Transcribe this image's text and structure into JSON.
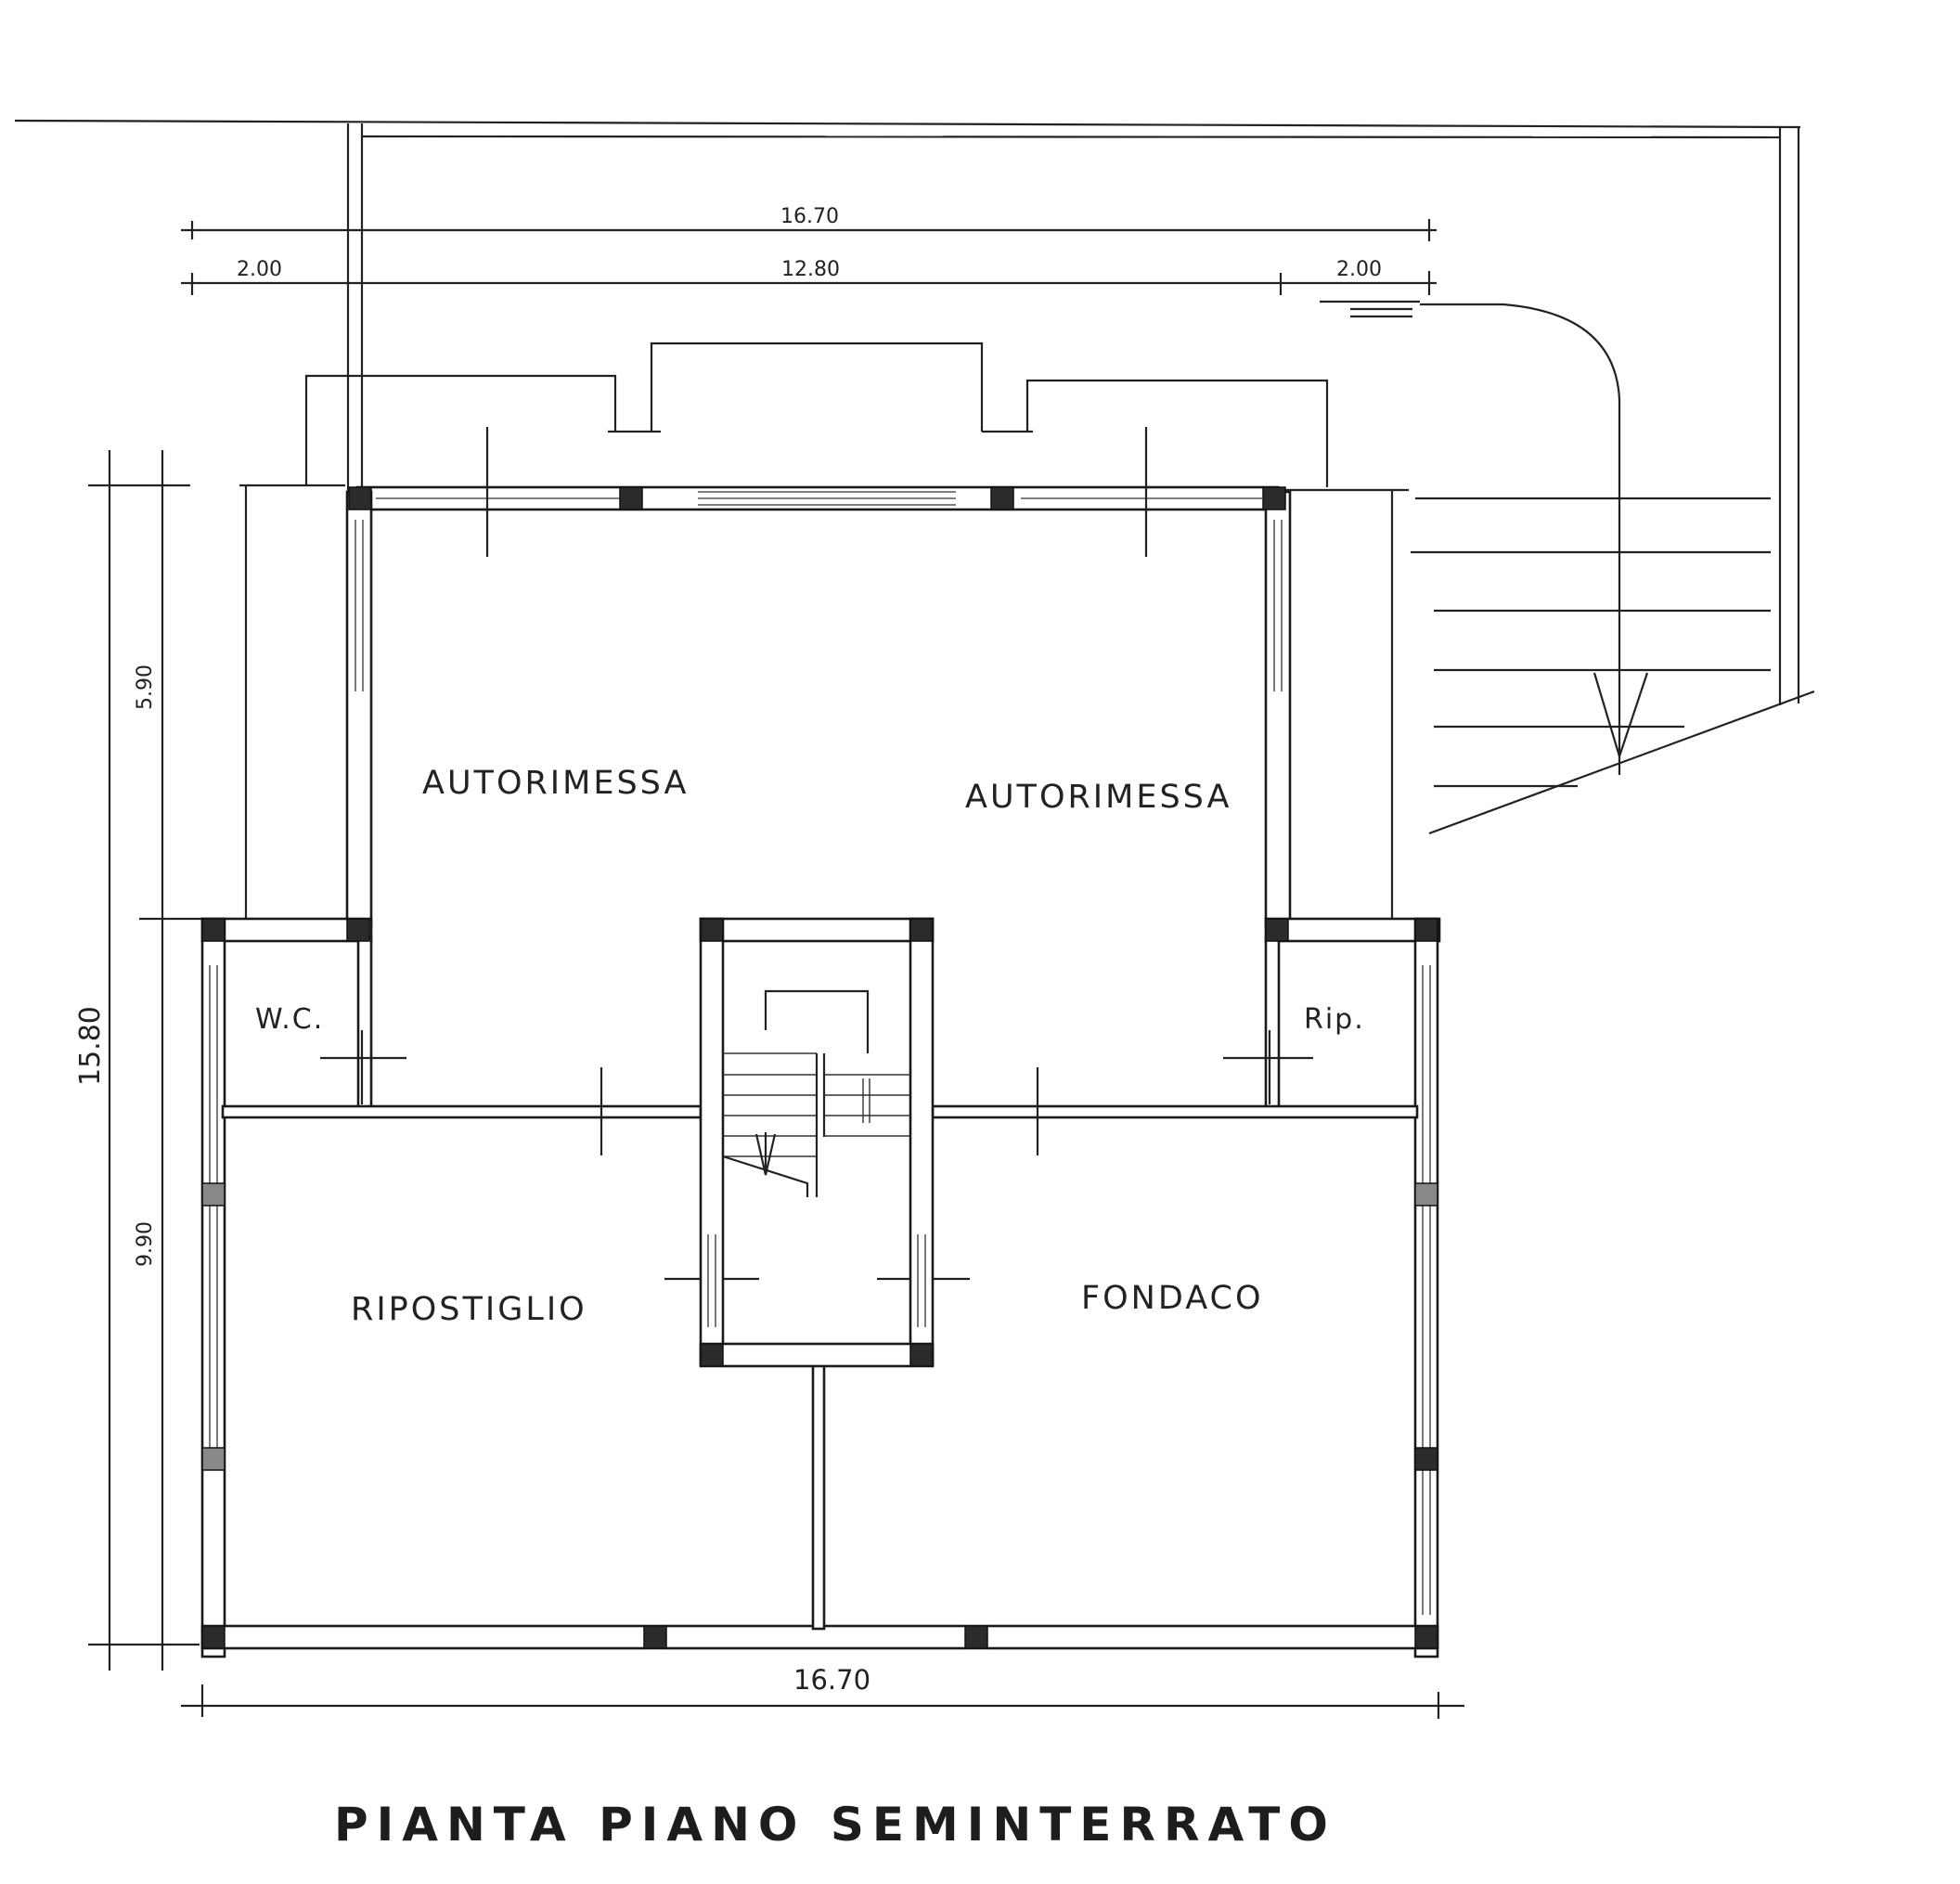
{
  "drawing": {
    "title": "PIANTA PIANO SEMINTERRATO",
    "rooms": [
      {
        "key": "autorimessa_left",
        "label": "AUTORIMESSA"
      },
      {
        "key": "autorimessa_right",
        "label": "AUTORIMESSA"
      },
      {
        "key": "wc",
        "label": "W.C."
      },
      {
        "key": "rip",
        "label": "Rip."
      },
      {
        "key": "ripostiglio",
        "label": "RIPOSTIGLIO"
      },
      {
        "key": "fondaco",
        "label": "FONDACO"
      }
    ],
    "dimensions": {
      "top_total": "16.70",
      "top_left": "2.00",
      "top_middle": "12.80",
      "top_right": "2.00",
      "left_total": "15.80",
      "left_upper": "5.90",
      "left_lower": "9.90",
      "bottom_total": "16.70"
    }
  }
}
